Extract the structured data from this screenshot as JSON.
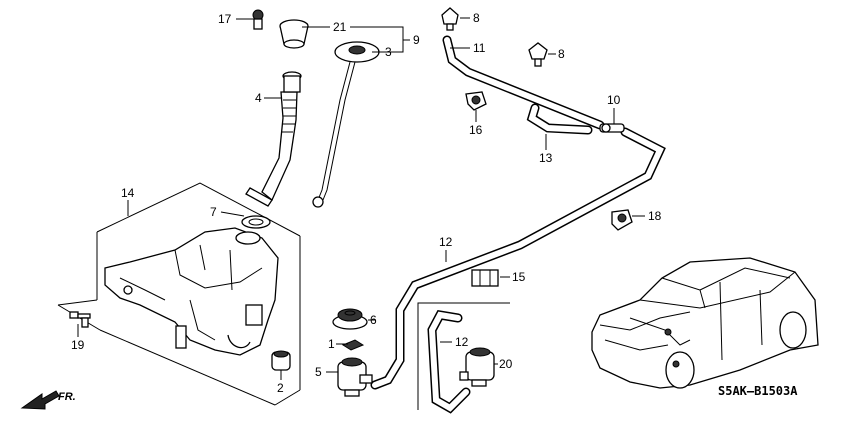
{
  "callouts": [
    {
      "id": "17",
      "text": "17"
    },
    {
      "id": "21",
      "text": "21"
    },
    {
      "id": "9",
      "text": "9"
    },
    {
      "id": "3",
      "text": "3"
    },
    {
      "id": "8a",
      "text": "8"
    },
    {
      "id": "8b",
      "text": "8"
    },
    {
      "id": "11",
      "text": "11"
    },
    {
      "id": "4",
      "text": "4"
    },
    {
      "id": "10",
      "text": "10"
    },
    {
      "id": "16",
      "text": "16"
    },
    {
      "id": "13",
      "text": "13"
    },
    {
      "id": "14",
      "text": "14"
    },
    {
      "id": "7",
      "text": "7"
    },
    {
      "id": "18",
      "text": "18"
    },
    {
      "id": "12a",
      "text": "12"
    },
    {
      "id": "15",
      "text": "15"
    },
    {
      "id": "6",
      "text": "6"
    },
    {
      "id": "1",
      "text": "1"
    },
    {
      "id": "12b",
      "text": "12"
    },
    {
      "id": "19",
      "text": "19"
    },
    {
      "id": "5",
      "text": "5"
    },
    {
      "id": "20",
      "text": "20"
    },
    {
      "id": "2",
      "text": "2"
    }
  ],
  "direction_label": "FR.",
  "diagram_code": "S5AK–B1503A"
}
